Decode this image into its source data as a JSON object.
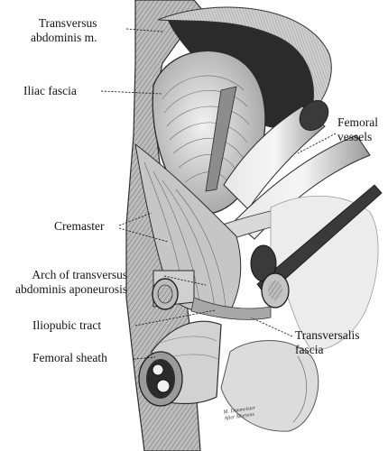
{
  "labels": {
    "transversus_line1": "Transversus",
    "transversus_line2": "abdominis m.",
    "iliac_fascia": "Iliac fascia",
    "femoral_line1": "Femoral",
    "femoral_line2": "vessels",
    "cremaster": "Cremaster",
    "arch_line1": "Arch of transversus",
    "arch_line2": "abdominis aponeurosis",
    "iliopubic_tract": "Iliopubic tract",
    "transversalis_line1": "Transversalis",
    "transversalis_line2": "fascia",
    "femoral_sheath": "Femoral sheath"
  },
  "signature": {
    "line1": "M. Dimmeister",
    "line2": "After Mortens"
  },
  "colors": {
    "ink": "#141414",
    "shade_dark": "#3c3c3c",
    "shade_mid": "#8a8a8a",
    "shade_light": "#d6d6d6"
  }
}
